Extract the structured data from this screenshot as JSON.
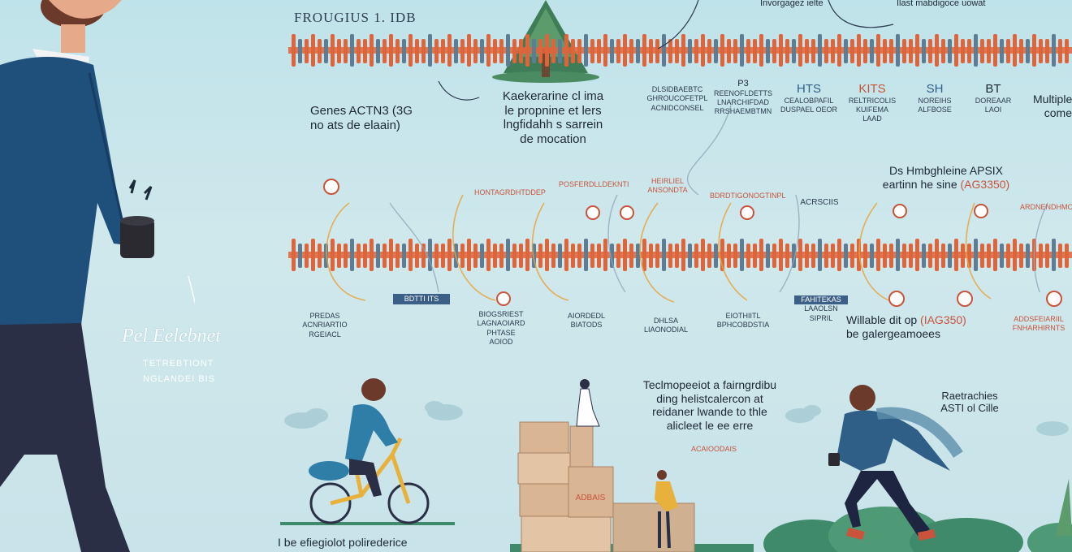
{
  "header": {
    "title": "FROUGIUS 1. IDB"
  },
  "top_banner": {
    "right_label_1": "Invorgagez ielte",
    "right_label_2": "Ilast mabdigoce uowat"
  },
  "left_panel": {
    "gene_label_line1": "Genes ACTN3 (3G",
    "gene_label_line2": "no ats de elaain)",
    "script_label": "Pel Eelebnet",
    "sub_line1": "TETREBTIONT",
    "sub_line2": "NGLANDEI BIS"
  },
  "center_label": {
    "line1": "Kaekerarine cl ima",
    "line2": "le propnine et lers",
    "line3": "lngfidahh s sarrein",
    "line4": "de mocation"
  },
  "gene_tags": [
    {
      "title": "",
      "lines": [
        "DLSIDBAEBTC",
        "GHROUCOFETPL",
        "ACNIDCONSEL"
      ]
    },
    {
      "title": "P3",
      "lines": [
        "REENOFLDETTS",
        "LNARCHIFDAD",
        "RRSHAEMBTMN"
      ]
    },
    {
      "title": "HTS",
      "lines": [
        "CEALOBPAFIL",
        "DUSPAEL OEOR"
      ]
    },
    {
      "title": "KITS",
      "lines": [
        "RELTRICOLIS",
        "KUIFEMA",
        "LAAD"
      ]
    },
    {
      "title": "SH",
      "lines": [
        "NOREIHS",
        "ALFBOSE"
      ]
    },
    {
      "title": "BT",
      "lines": [
        "DOREAAR",
        "LAOI"
      ]
    }
  ],
  "right_edge_label": {
    "line1": "Multiple",
    "line2": "come"
  },
  "mid_right_label": {
    "line1": "Ds Hmbghleine APSIX",
    "line2": "eartinn he sine",
    "highlight": "(AG3350)"
  },
  "mid_tags": [
    {
      "text": "POSFERDLLDEKNTI"
    },
    {
      "text": "HEIRLIEL ANSONDTA"
    },
    {
      "text": "BDRDTIGONOGTINPL"
    },
    {
      "text": "HONTAGRDHTDDEP"
    },
    {
      "text": "ACRSCIIS"
    },
    {
      "text": "ARDNENDHMOIHL"
    }
  ],
  "bottom_tags": [
    {
      "lines": [
        "PREDAS",
        "ACNRIARTIO",
        "RGEIACL"
      ]
    },
    {
      "lines": [
        "BDTTI ITS"
      ]
    },
    {
      "lines": [
        "BIOGSRIEST",
        "LAGNAOIARD",
        "PHTASE",
        "AOIOD"
      ]
    },
    {
      "lines": [
        "AIORDEDL",
        "BIATODS"
      ]
    },
    {
      "lines": [
        "DHLSA",
        "LIAONODIAL"
      ]
    },
    {
      "lines": [
        "EIOTHIITL",
        "BPHCOBDSTIA"
      ]
    },
    {
      "lines": [
        "FAHITEKAS",
        "LAAOLSN",
        "SIPRIL"
      ]
    }
  ],
  "variation_label": {
    "line1": "Willable dit op",
    "highlight": "(IAG350)",
    "line2": "be galergeamoees"
  },
  "right_tags": {
    "line1": "ADDSFEIARIIL",
    "line2": "FNHARHIRNTS"
  },
  "scene_center": {
    "line1": "Teclmopeeiot a fairngrdibu",
    "line2": "ding helistcalercon at",
    "line3": "reidaner lwande to thle",
    "line4": "alicleet le ee erre",
    "tag": "ACAIOODAIS"
  },
  "scene_right": {
    "line1": "Raetrachies",
    "line2": "ASTI ol Cille"
  },
  "bottom_caption": {
    "text": "I be efiegiolot polirederice"
  },
  "box_label": "ADBAIS",
  "colors": {
    "strand_orange": "#e0643a",
    "strand_blue": "#5d7d95",
    "accent_red": "#c9533b",
    "shirt_blue": "#1f4f7b",
    "tree_green": "#3f7d58"
  }
}
